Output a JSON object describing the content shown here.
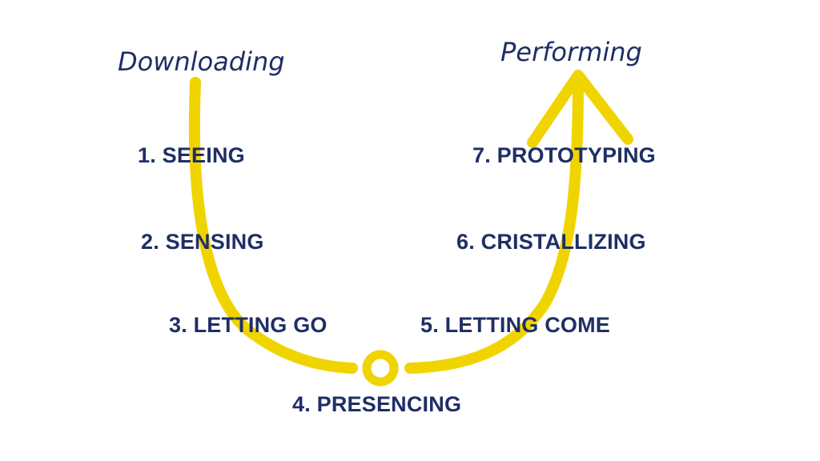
{
  "labels": {
    "start": "Downloading",
    "end": "Performing"
  },
  "stages": [
    "1. SEEING",
    "2. SENSING",
    "3. LETTING GO",
    "4. PRESENCING",
    "5. LETTING COME",
    "6. CRISTALLIZING",
    "7. PROTOTYPING"
  ],
  "colors": {
    "curve": "#f0d400",
    "text": "#1f2e66",
    "background": "#ffffff"
  }
}
